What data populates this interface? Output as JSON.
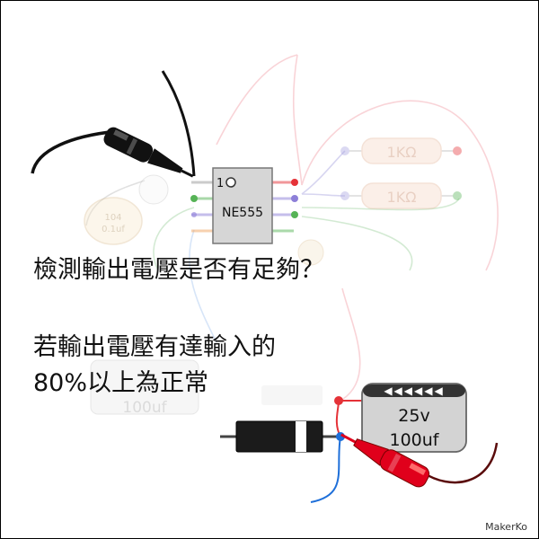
{
  "ic": {
    "pin1_label": "1",
    "model": "NE555"
  },
  "resistors": [
    {
      "label": "1KΩ"
    },
    {
      "label": "1KΩ"
    }
  ],
  "ceramic_cap": {
    "line1": "104",
    "line2": "0.1uf"
  },
  "faded_cap": {
    "label": "100uf"
  },
  "electrolytic_cap": {
    "voltage": "25v",
    "capacitance": "100uf"
  },
  "question": "檢測輸出電壓是否有足夠？",
  "answer_line1": "若輸出電壓有達輸入的",
  "answer_line2": "80%以上為正常",
  "logo": "MakerKo",
  "colors": {
    "probe_red": "#e0001b",
    "probe_black": "#111111",
    "wire_blue": "#1e6fd9",
    "wire_red": "#e53238"
  }
}
